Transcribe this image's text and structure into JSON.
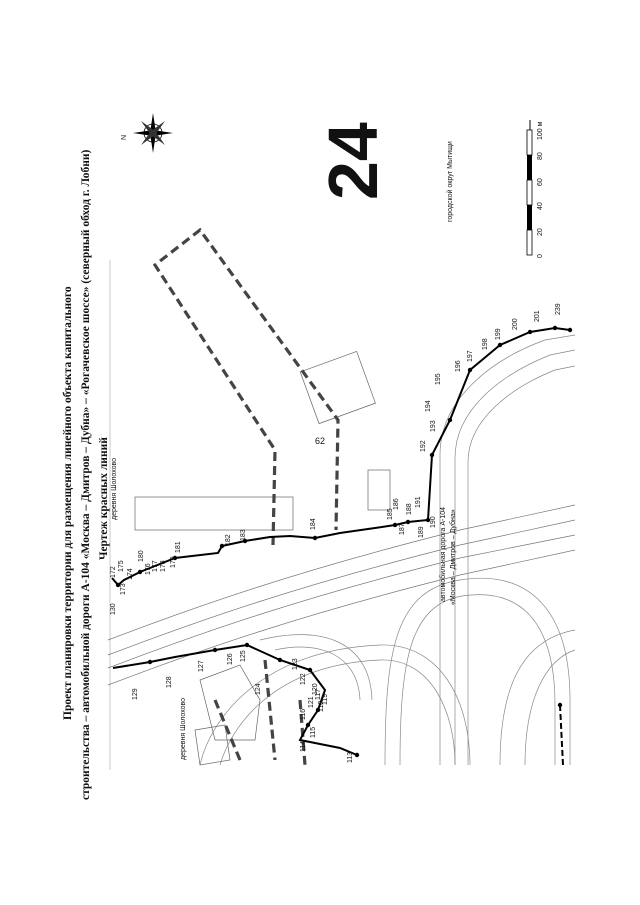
{
  "page": {
    "number": "62"
  },
  "title": {
    "line1": "Проект планировки территории для размещения линейного объекта капитального",
    "line2": "строительства – автомобильной дороги А-104 «Москва – Дмитров – Дубна» – «Рогачевское шоссе» (северный обход г. Лобни)",
    "line3": "Чертеж красных линий"
  },
  "sheet": {
    "number": "24"
  },
  "scale": {
    "ticks": [
      "0",
      "20",
      "40",
      "60",
      "80",
      "100 м"
    ]
  },
  "labels": {
    "district": "городской округ Мытищи",
    "road_line1": "автомобильная дорога А-104",
    "road_line2": "«Москва – Дмитров – Дубна»",
    "village_1": "деревня Шолохово",
    "village_2": "деревня Шолохово"
  },
  "compass": {
    "north_letter": "N"
  },
  "points": [
    {
      "id": "113"
    },
    {
      "id": "114"
    },
    {
      "id": "115"
    },
    {
      "id": "116"
    },
    {
      "id": "117"
    },
    {
      "id": "118"
    },
    {
      "id": "119"
    },
    {
      "id": "120"
    },
    {
      "id": "121"
    },
    {
      "id": "122"
    },
    {
      "id": "123"
    },
    {
      "id": "124"
    },
    {
      "id": "125"
    },
    {
      "id": "126"
    },
    {
      "id": "127"
    },
    {
      "id": "128"
    },
    {
      "id": "129"
    },
    {
      "id": "130"
    },
    {
      "id": "172"
    },
    {
      "id": "173"
    },
    {
      "id": "174"
    },
    {
      "id": "175"
    },
    {
      "id": "176"
    },
    {
      "id": "177"
    },
    {
      "id": "178"
    },
    {
      "id": "179"
    },
    {
      "id": "180"
    },
    {
      "id": "181"
    },
    {
      "id": "182"
    },
    {
      "id": "183"
    },
    {
      "id": "184"
    },
    {
      "id": "185"
    },
    {
      "id": "186"
    },
    {
      "id": "187"
    },
    {
      "id": "188"
    },
    {
      "id": "189"
    },
    {
      "id": "190"
    },
    {
      "id": "191"
    },
    {
      "id": "192"
    },
    {
      "id": "193"
    },
    {
      "id": "194"
    },
    {
      "id": "195"
    },
    {
      "id": "196"
    },
    {
      "id": "197"
    },
    {
      "id": "198"
    },
    {
      "id": "199"
    },
    {
      "id": "200"
    },
    {
      "id": "201"
    },
    {
      "id": "239"
    }
  ]
}
